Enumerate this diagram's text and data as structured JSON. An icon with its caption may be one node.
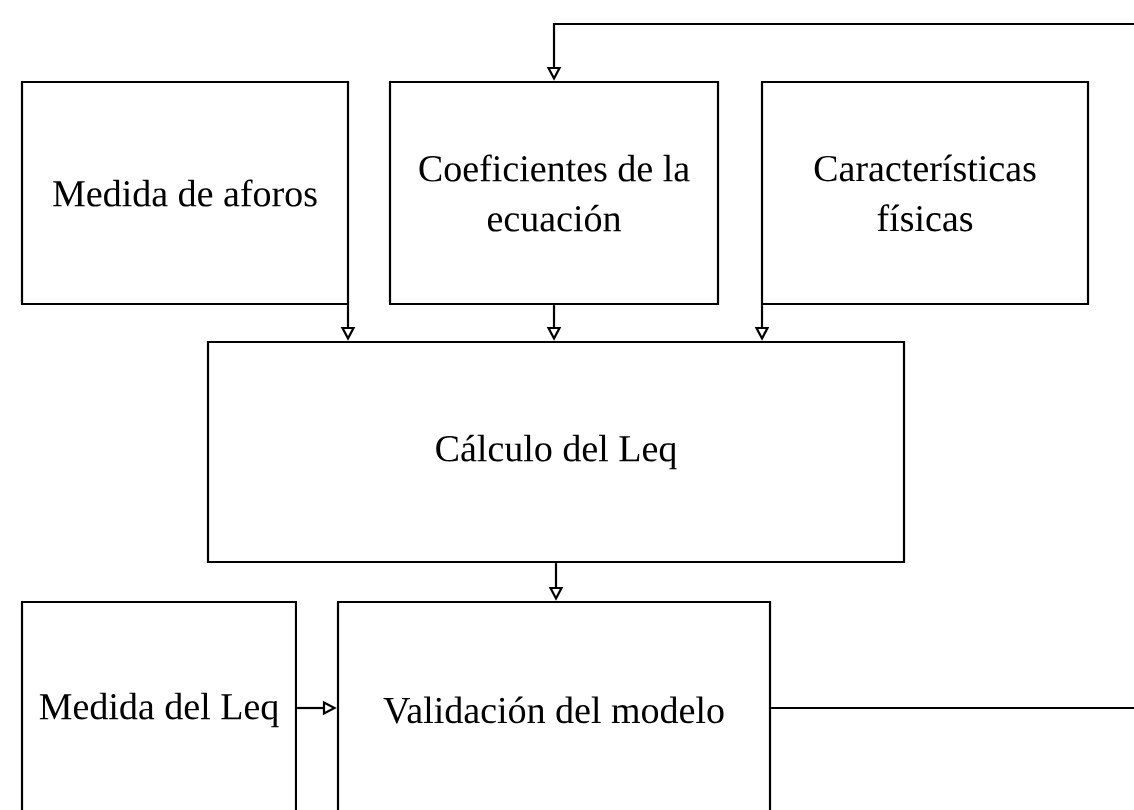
{
  "diagram": {
    "nodes": [
      {
        "text": [
          "Medida de aforos"
        ]
      },
      {
        "text": [
          "Coeficientes de la ecuación"
        ]
      },
      {
        "text": [
          "Características físicas"
        ]
      },
      {
        "text": [
          "Cálculo del Leq"
        ]
      },
      {
        "text": [
          "Medida del Leq"
        ]
      },
      {
        "text": [
          "Validación del modelo"
        ]
      }
    ],
    "edges": [
      {
        "from": 0,
        "to": 3,
        "arrow": "to"
      },
      {
        "from": 1,
        "to": 3,
        "arrow": "to"
      },
      {
        "from": 2,
        "to": 3,
        "arrow": "to"
      },
      {
        "from": 3,
        "to": 5,
        "arrow": "to"
      },
      {
        "from": 4,
        "to": 5,
        "arrow": "to"
      },
      {
        "from": 5,
        "to": 1,
        "arrow": "to"
      }
    ]
  }
}
